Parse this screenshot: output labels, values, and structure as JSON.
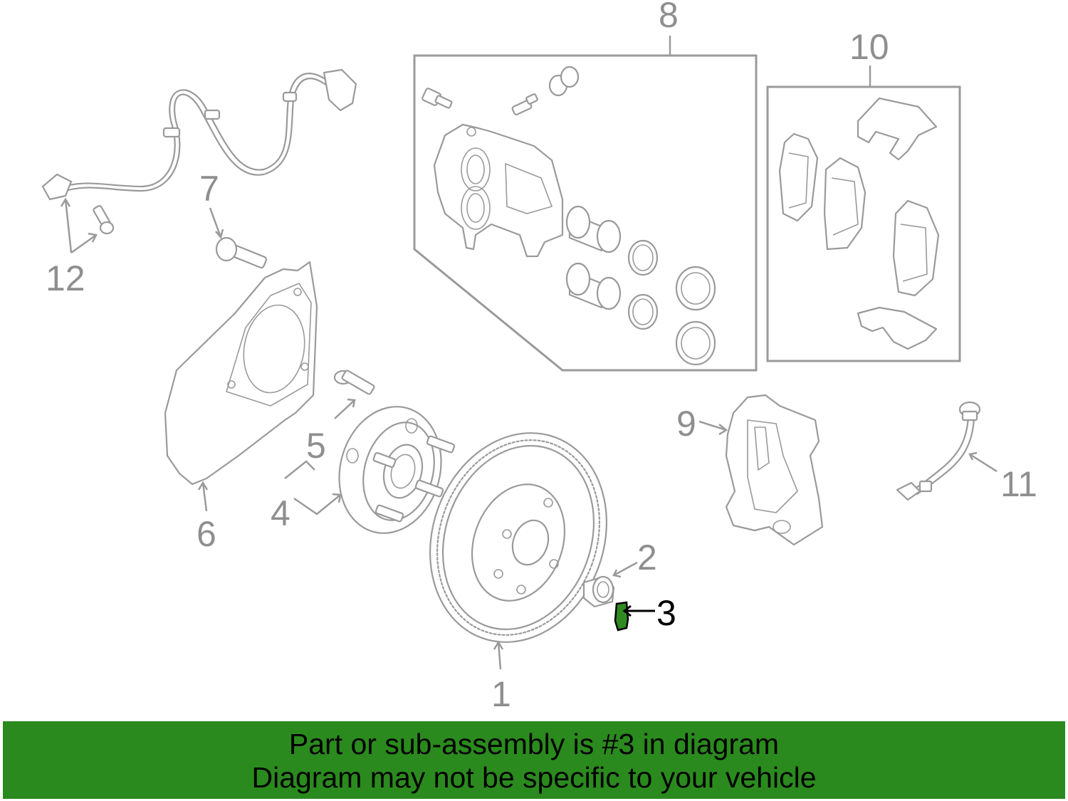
{
  "diagram": {
    "callouts": {
      "c1": "1",
      "c2": "2",
      "c3": "3",
      "c4": "4",
      "c5": "5",
      "c6": "6",
      "c7": "7",
      "c8": "8",
      "c9": "9",
      "c10": "10",
      "c11": "11",
      "c12": "12"
    },
    "highlighted_part": "3",
    "highlight_color": "#2f8a22",
    "line_color": "#9a9a9a"
  },
  "banner": {
    "line1": "Part or sub-assembly is #3 in diagram",
    "line2": "Diagram may not be specific to your vehicle",
    "background": "#2b8a1e"
  }
}
